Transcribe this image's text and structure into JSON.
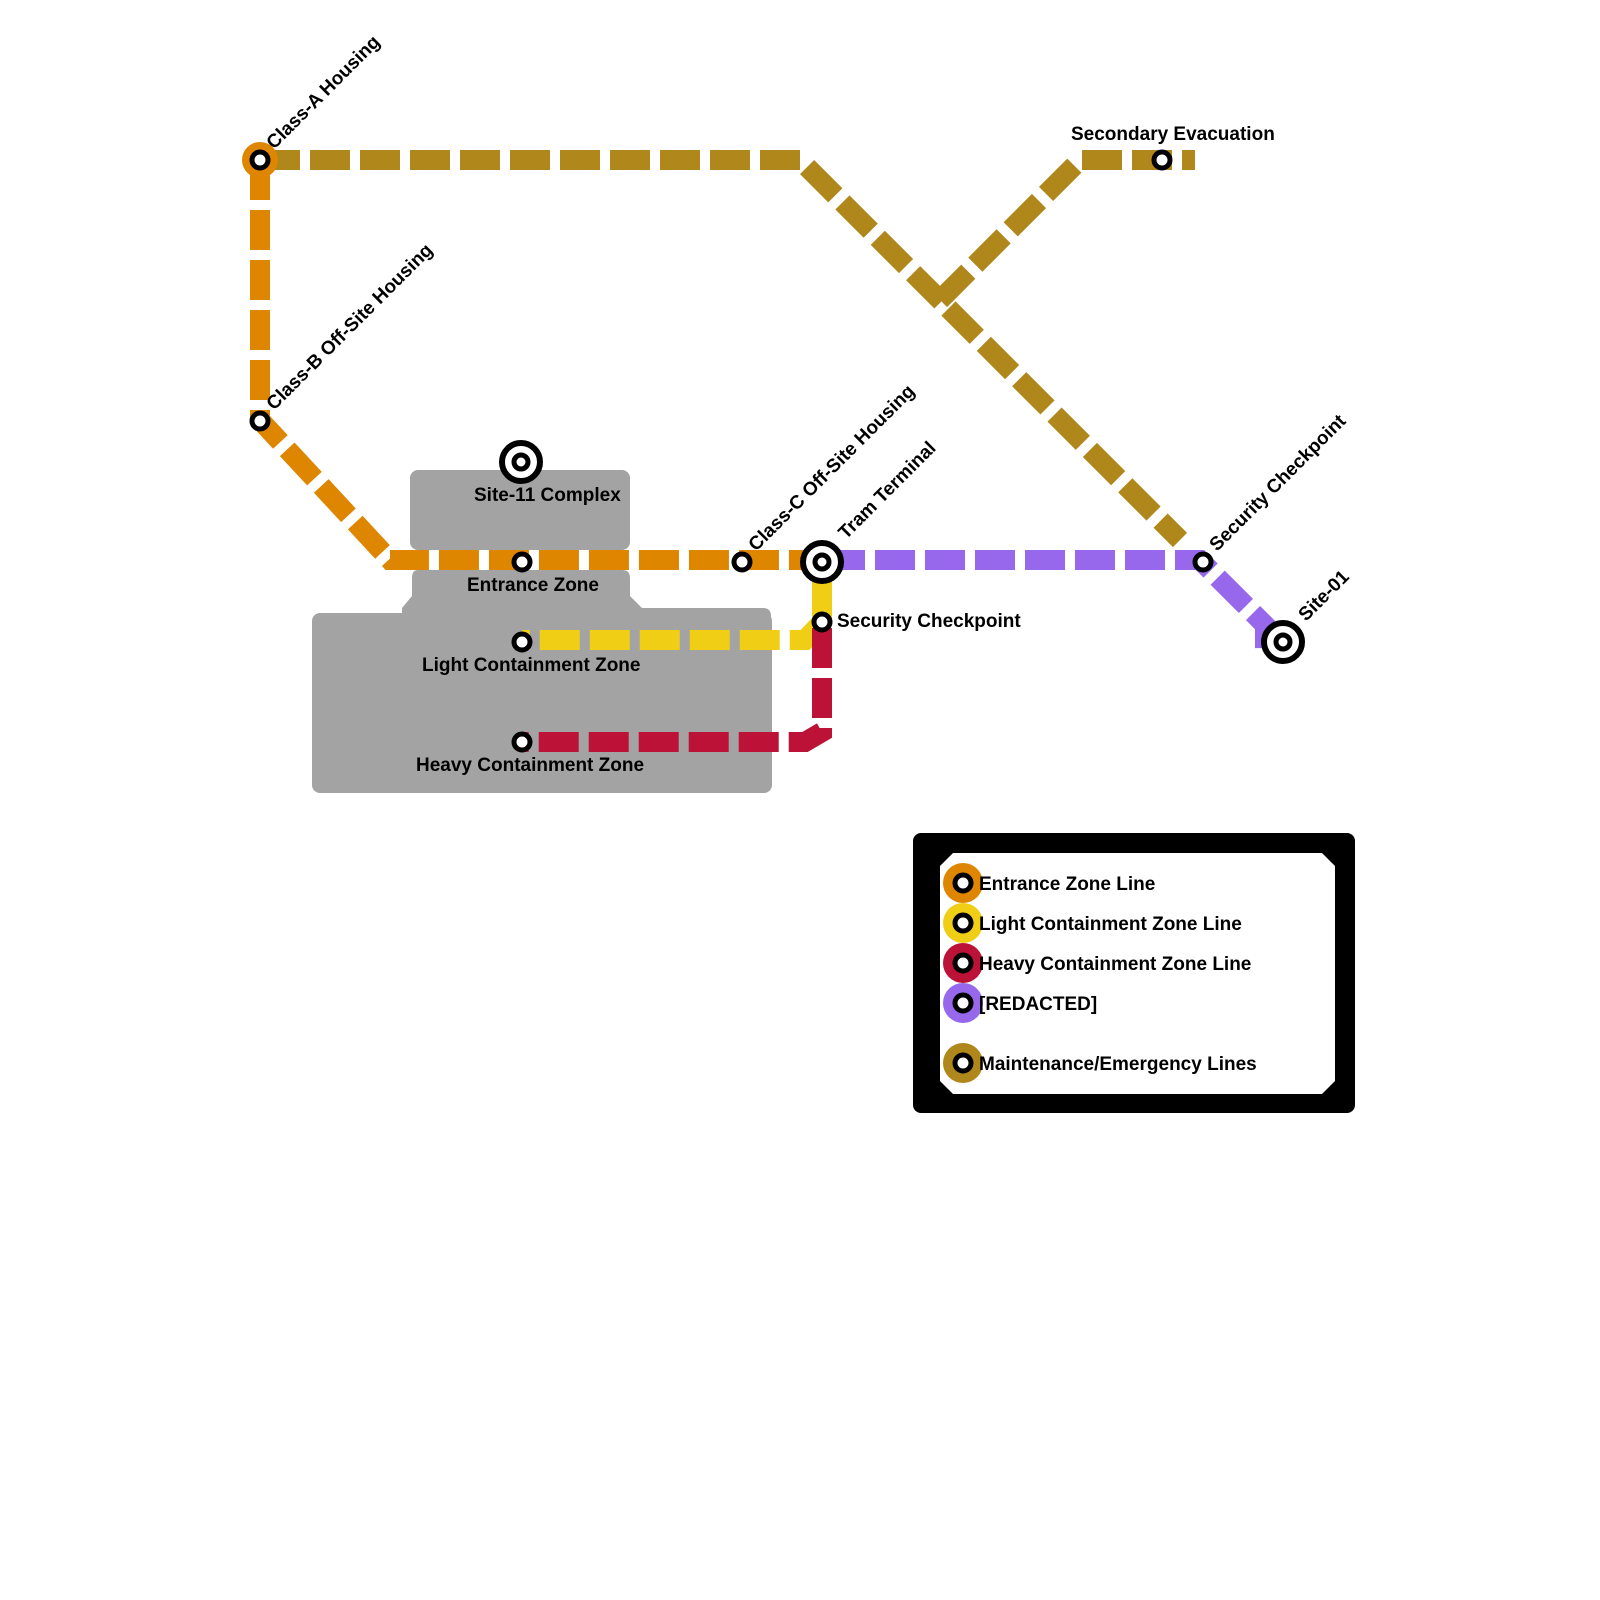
{
  "map": {
    "colors": {
      "entrance": "#df8600",
      "light": "#f0ce15",
      "heavy": "#bc1238",
      "redacted": "#9768eb",
      "maintenance": "#b0871b",
      "zone_fill": "#a3a3a3",
      "background": "#ffffff"
    },
    "lines": [
      {
        "id": "entrance",
        "name": "Entrance Zone Line"
      },
      {
        "id": "light",
        "name": "Light Containment Zone Line"
      },
      {
        "id": "heavy",
        "name": "Heavy Containment Zone Line"
      },
      {
        "id": "redacted",
        "name": "[REDACTED]"
      },
      {
        "id": "maintenance",
        "name": "Maintenance/Emergency Lines"
      }
    ],
    "zones": [
      {
        "name": "Site-11 Complex"
      },
      {
        "name": "Entrance Zone"
      },
      {
        "name": "Light Containment Zone"
      },
      {
        "name": "Heavy Containment Zone"
      }
    ],
    "stations": {
      "class_a": {
        "label": "Class-A Housing",
        "type": "interchange"
      },
      "class_b": {
        "label": "Class-B Off-Site Housing",
        "type": "stop"
      },
      "site11": {
        "label": "Site-11 Complex",
        "type": "terminal"
      },
      "entrance_zone": {
        "label": "Entrance Zone",
        "type": "stop"
      },
      "class_c": {
        "label": "Class-C Off-Site Housing",
        "type": "stop"
      },
      "tram_terminal": {
        "label": "Tram Terminal",
        "type": "terminal"
      },
      "security_checkpoint_inner": {
        "label": "Security Checkpoint",
        "type": "stop"
      },
      "lcz": {
        "label": "Light Containment Zone",
        "type": "stop"
      },
      "hcz": {
        "label": "Heavy Containment Zone",
        "type": "stop"
      },
      "secondary_evac": {
        "label": "Secondary Evacuation",
        "type": "stop"
      },
      "security_checkpoint_outer": {
        "label": "Security Checkpoint",
        "type": "stop"
      },
      "site01": {
        "label": "Site-01",
        "type": "terminal"
      }
    }
  },
  "legend": {
    "items": [
      {
        "label": "Entrance Zone Line",
        "color": "#df8600"
      },
      {
        "label": "Light Containment Zone Line",
        "color": "#f0ce15"
      },
      {
        "label": "Heavy Containment Zone Line",
        "color": "#bc1238"
      },
      {
        "label": "[REDACTED]",
        "color": "#9768eb"
      },
      {
        "label": "Maintenance/Emergency Lines",
        "color": "#b0871b"
      }
    ]
  }
}
